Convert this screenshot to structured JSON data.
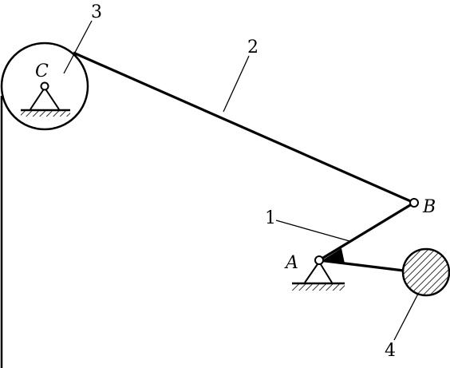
{
  "labels": {
    "pivot_c": "C",
    "pivot_b": "B",
    "pivot_a": "A",
    "part_1": "1",
    "part_2": "2",
    "part_3": "3",
    "part_4": "4"
  },
  "colors": {
    "stroke": "#000000",
    "background": "#ffffff"
  }
}
